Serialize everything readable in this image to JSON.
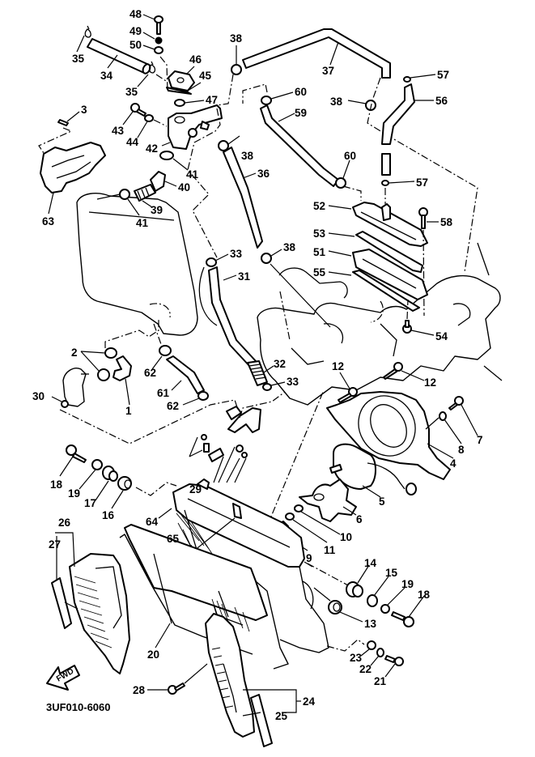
{
  "diagram": {
    "title": "Radiator / Hose exploded parts diagram",
    "drawing_code": "3UF010-6060",
    "direction_indicator": "FWD",
    "callouts": [
      {
        "id": "c1",
        "label": "1",
        "part": "radiator-hose-1"
      },
      {
        "id": "c2",
        "label": "2",
        "part": "hose-clamp-2"
      },
      {
        "id": "c3",
        "label": "3",
        "part": "pin-3"
      },
      {
        "id": "c4",
        "label": "4",
        "part": "fan-shroud"
      },
      {
        "id": "c5",
        "label": "5",
        "part": "fan-motor"
      },
      {
        "id": "c6",
        "label": "6",
        "part": "fan-blade"
      },
      {
        "id": "c7",
        "label": "7",
        "part": "bolt-7"
      },
      {
        "id": "c8",
        "label": "8",
        "part": "washer-8"
      },
      {
        "id": "c9",
        "label": "9",
        "part": "nut-9"
      },
      {
        "id": "c10",
        "label": "10",
        "part": "washer-10"
      },
      {
        "id": "c11",
        "label": "11",
        "part": "spring-washer-11"
      },
      {
        "id": "c12a",
        "label": "12",
        "part": "bolt-12-left"
      },
      {
        "id": "c12b",
        "label": "12",
        "part": "bolt-12-right"
      },
      {
        "id": "c13",
        "label": "13",
        "part": "grommet-13"
      },
      {
        "id": "c14",
        "label": "14",
        "part": "grommet-14"
      },
      {
        "id": "c15",
        "label": "15",
        "part": "collar-15"
      },
      {
        "id": "c16",
        "label": "16",
        "part": "grommet-16"
      },
      {
        "id": "c17",
        "label": "17",
        "part": "collar-17"
      },
      {
        "id": "c18a",
        "label": "18",
        "part": "bolt-18-left"
      },
      {
        "id": "c18b",
        "label": "18",
        "part": "bolt-18-right"
      },
      {
        "id": "c19a",
        "label": "19",
        "part": "washer-19-left"
      },
      {
        "id": "c19b",
        "label": "19",
        "part": "washer-19-right"
      },
      {
        "id": "c20",
        "label": "20",
        "part": "radiator-cover"
      },
      {
        "id": "c21",
        "label": "21",
        "part": "bolt-21"
      },
      {
        "id": "c22",
        "label": "22",
        "part": "washer-22"
      },
      {
        "id": "c23",
        "label": "23",
        "part": "collar-23"
      },
      {
        "id": "c24",
        "label": "24",
        "part": "side-cover-assy-right"
      },
      {
        "id": "c25",
        "label": "25",
        "part": "emblem-25"
      },
      {
        "id": "c26",
        "label": "26",
        "part": "side-cover-assy-left"
      },
      {
        "id": "c27",
        "label": "27",
        "part": "emblem-27"
      },
      {
        "id": "c28",
        "label": "28",
        "part": "screw-28"
      },
      {
        "id": "c29",
        "label": "29",
        "part": "thermo-switch-assy"
      },
      {
        "id": "c30",
        "label": "30",
        "part": "o-ring-30"
      },
      {
        "id": "c31",
        "label": "31",
        "part": "hose-31"
      },
      {
        "id": "c32",
        "label": "32",
        "part": "spring-protector-32"
      },
      {
        "id": "c33a",
        "label": "33",
        "part": "clamp-33-upper"
      },
      {
        "id": "c33b",
        "label": "33",
        "part": "clamp-33-lower"
      },
      {
        "id": "c34",
        "label": "34",
        "part": "pipe-34"
      },
      {
        "id": "c35a",
        "label": "35",
        "part": "clip-35-upper"
      },
      {
        "id": "c35b",
        "label": "35",
        "part": "clip-35-lower"
      },
      {
        "id": "c36",
        "label": "36",
        "part": "hose-36"
      },
      {
        "id": "c37",
        "label": "37",
        "part": "hose-37"
      },
      {
        "id": "c38a",
        "label": "38",
        "part": "clamp-38-top"
      },
      {
        "id": "c38b",
        "label": "38",
        "part": "clamp-38-right"
      },
      {
        "id": "c38c",
        "label": "38",
        "part": "clamp-38-mid"
      },
      {
        "id": "c38d",
        "label": "38",
        "part": "clamp-38-lower"
      },
      {
        "id": "c39",
        "label": "39",
        "part": "hose-39"
      },
      {
        "id": "c40",
        "label": "40",
        "part": "joint-40"
      },
      {
        "id": "c41a",
        "label": "41",
        "part": "clamp-41-upper"
      },
      {
        "id": "c41b",
        "label": "41",
        "part": "clamp-41-lower"
      },
      {
        "id": "c42",
        "label": "42",
        "part": "thermostat-housing"
      },
      {
        "id": "c43",
        "label": "43",
        "part": "bolt-43"
      },
      {
        "id": "c44",
        "label": "44",
        "part": "o-ring-44"
      },
      {
        "id": "c45",
        "label": "45",
        "part": "gasket-45"
      },
      {
        "id": "c46",
        "label": "46",
        "part": "thermostat-cover"
      },
      {
        "id": "c47",
        "label": "47",
        "part": "o-ring-47"
      },
      {
        "id": "c48",
        "label": "48",
        "part": "bolt-48"
      },
      {
        "id": "c49",
        "label": "49",
        "part": "washer-49"
      },
      {
        "id": "c50",
        "label": "50",
        "part": "gasket-50"
      },
      {
        "id": "c51",
        "label": "51",
        "part": "plate-51"
      },
      {
        "id": "c52",
        "label": "52",
        "part": "cover-52"
      },
      {
        "id": "c53",
        "label": "53",
        "part": "gasket-53"
      },
      {
        "id": "c54",
        "label": "54",
        "part": "bolt-54"
      },
      {
        "id": "c55",
        "label": "55",
        "part": "gasket-55"
      },
      {
        "id": "c56",
        "label": "56",
        "part": "hose-56"
      },
      {
        "id": "c57a",
        "label": "57",
        "part": "clip-57-upper"
      },
      {
        "id": "c57b",
        "label": "57",
        "part": "clip-57-lower"
      },
      {
        "id": "c58",
        "label": "58",
        "part": "bolt-58"
      },
      {
        "id": "c59",
        "label": "59",
        "part": "hose-59"
      },
      {
        "id": "c60a",
        "label": "60",
        "part": "clamp-60-upper"
      },
      {
        "id": "c60b",
        "label": "60",
        "part": "clamp-60-lower"
      },
      {
        "id": "c61",
        "label": "61",
        "part": "hose-61"
      },
      {
        "id": "c62a",
        "label": "62",
        "part": "clamp-62-upper"
      },
      {
        "id": "c62b",
        "label": "62",
        "part": "clamp-62-lower"
      },
      {
        "id": "c63",
        "label": "63",
        "part": "cover-63"
      },
      {
        "id": "c64",
        "label": "64",
        "part": "radiator"
      },
      {
        "id": "c65",
        "label": "65",
        "part": "drain-bolt-65"
      }
    ]
  }
}
